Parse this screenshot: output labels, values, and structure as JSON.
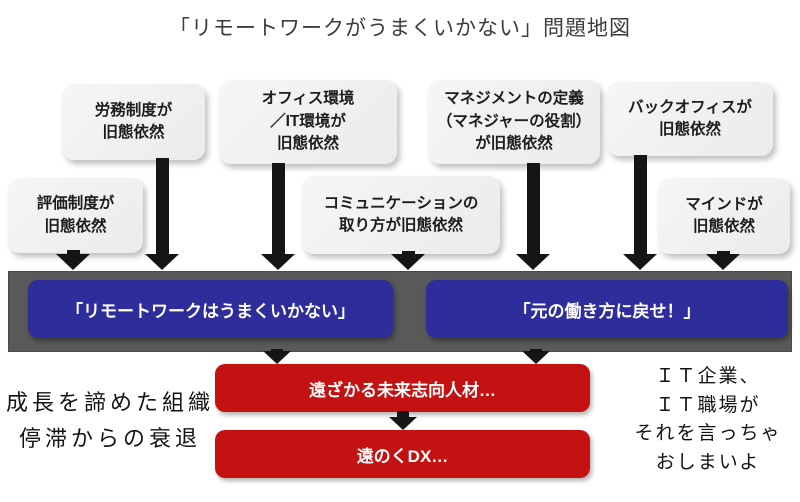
{
  "title": "「リモートワークがうまくいかない」問題地図",
  "colors": {
    "cause_box_bg": "#efefef",
    "band_bg": "#595959",
    "claim_bg": "#2e2d9c",
    "outcome_bg": "#c41111",
    "arrow": "#151515"
  },
  "causes": [
    {
      "id": "labor-system",
      "label": "労務制度が\n旧態依然"
    },
    {
      "id": "office-it-env",
      "label": "オフィス環境\n／IT環境が\n旧態依然"
    },
    {
      "id": "management-definition",
      "label": "マネジメントの定義\n（マネジャーの役割）\nが旧態依然"
    },
    {
      "id": "back-office",
      "label": "バックオフィスが\n旧態依然"
    },
    {
      "id": "evaluation-system",
      "label": "評価制度が\n旧態依然"
    },
    {
      "id": "communication-style",
      "label": "コミュニケーションの\n取り方が旧態依然"
    },
    {
      "id": "mindset",
      "label": "マインドが\n旧態依然"
    }
  ],
  "claims": [
    {
      "id": "remote-work-fails",
      "label": "「リモートワークはうまくいかない」"
    },
    {
      "id": "return-to-old-ways",
      "label": "「元の働き方に戻せ！」"
    }
  ],
  "outcomes": [
    {
      "id": "losing-future-talent",
      "label": "遠ざかる未来志向人材…"
    },
    {
      "id": "dx-drifting-away",
      "label": "遠のくDX…"
    }
  ],
  "side_notes": {
    "left": [
      "成長を諦めた組織",
      "停滞からの衰退"
    ],
    "right": [
      "ＩＴ企業、",
      "ＩＴ職場が",
      "それを言っちゃ",
      "おしまいよ"
    ]
  }
}
